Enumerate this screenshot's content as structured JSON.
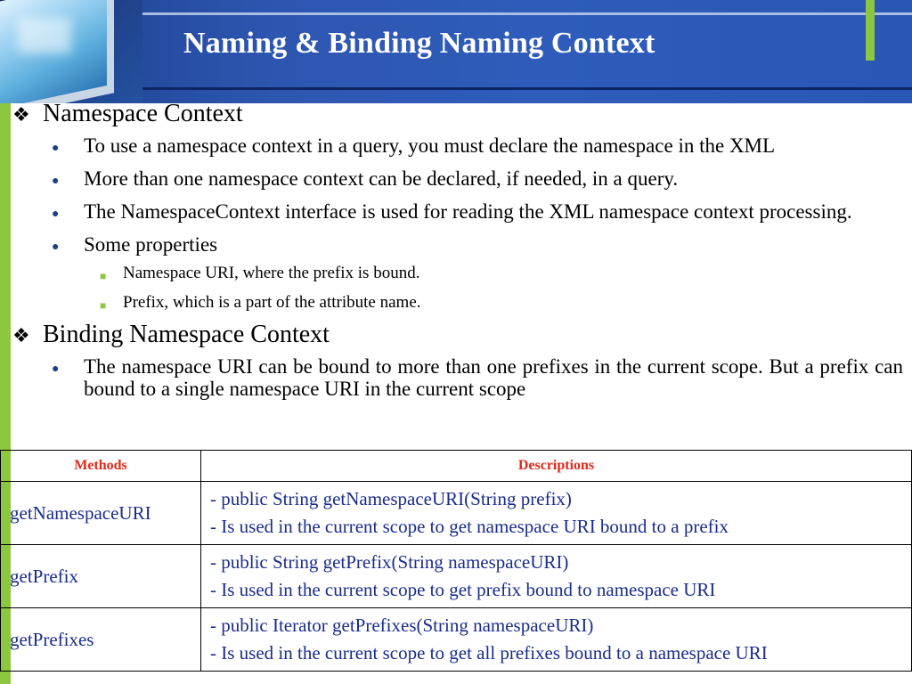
{
  "slide": {
    "title": "Naming & Binding Naming Context",
    "colors": {
      "header_blue": "#2d56b0",
      "accent_green": "#8dc63f",
      "table_header_red": "#e02a1b",
      "table_text_blue": "#1a2b8c"
    }
  },
  "sections": [
    {
      "heading": "Namespace Context",
      "bullets": [
        {
          "text": "To use a namespace context in a query, you must declare the namespace in the XML"
        },
        {
          "text": "More than one namespace context can be declared, if needed, in a query."
        },
        {
          "text": "The NamespaceContext interface is used for reading the XML namespace context processing."
        },
        {
          "text": "Some properties"
        }
      ],
      "subbullets": [
        "Namespace URI, where the prefix is bound.",
        "Prefix, which is a part of the attribute name."
      ]
    },
    {
      "heading": "Binding Namespace Context",
      "bullets": [
        {
          "text": "The namespace URI can be bound to more than one prefixes in the current scope. But a prefix can bound to a single namespace URI in the current scope"
        }
      ]
    }
  ],
  "table": {
    "headers": [
      "Methods",
      "Descriptions"
    ],
    "rows": [
      {
        "method": "getNamespaceURI",
        "desc1": "- public String getNamespaceURI(String prefix)",
        "desc2": "- Is used in the current scope to get namespace URI bound to a prefix"
      },
      {
        "method": "getPrefix",
        "desc1": "- public String getPrefix(String namespaceURI)",
        "desc2": "- Is used in the current scope to get prefix bound to namespace URI"
      },
      {
        "method": "getPrefixes",
        "desc1": "- public Iterator getPrefixes(String namespaceURI)",
        "desc2": "- Is used in the current scope to get all prefixes bound to a namespace URI"
      }
    ]
  }
}
